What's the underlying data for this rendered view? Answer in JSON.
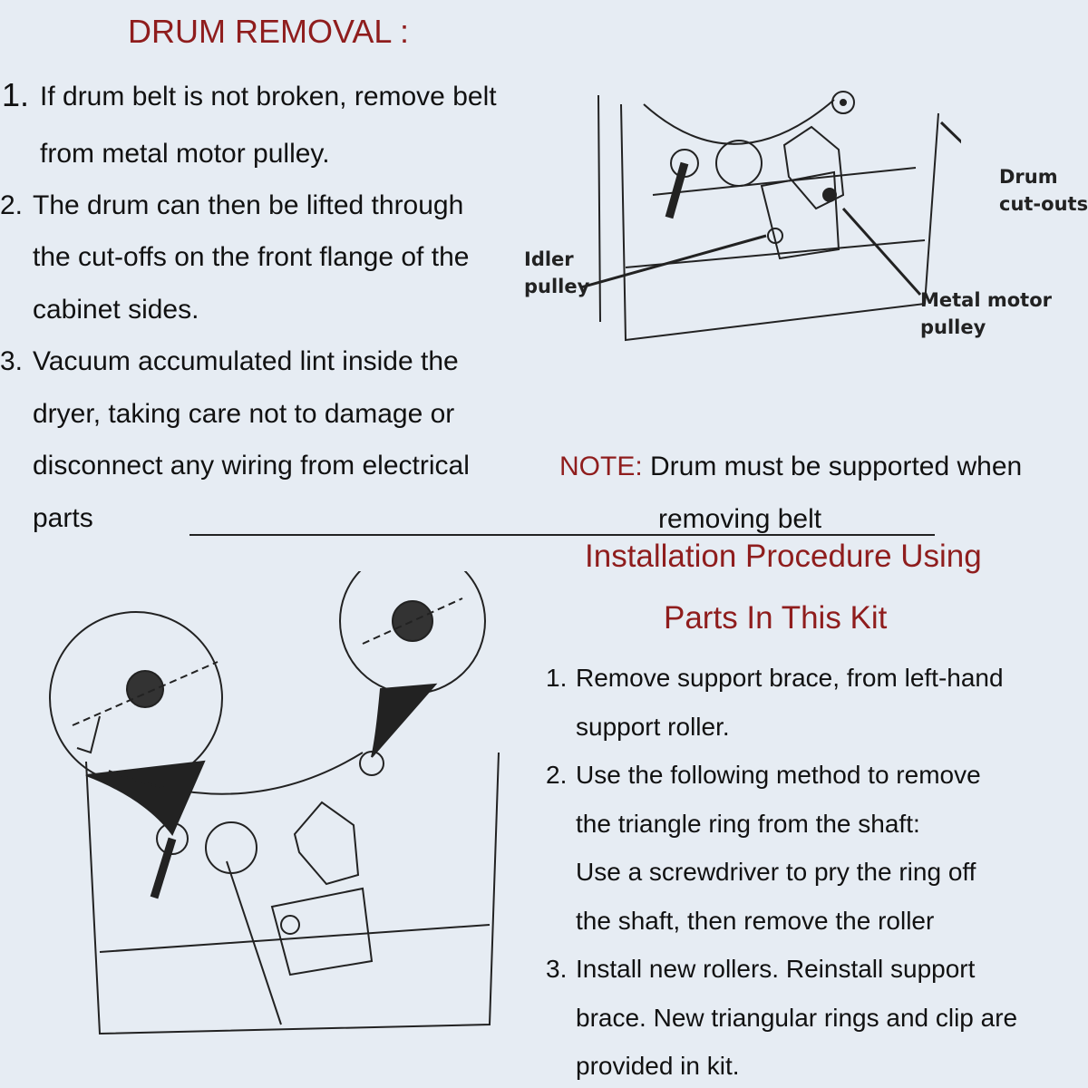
{
  "drum_removal": {
    "title": "DRUM REMOVAL :",
    "steps": [
      {
        "num": "1.",
        "lines": [
          "If drum belt is not broken, remove belt",
          "from metal motor pulley."
        ]
      },
      {
        "num": "2.",
        "lines": [
          "The drum can then be lifted through",
          "the cut-offs on the front flange of the",
          "cabinet sides."
        ]
      },
      {
        "num": "3.",
        "lines": [
          "Vacuum accumulated lint inside the",
          "dryer, taking care not to damage or",
          "disconnect any wiring from electrical",
          "parts"
        ]
      }
    ]
  },
  "diagram_labels": {
    "drum_cutouts": [
      "Drum",
      "cut-outs"
    ],
    "idler_pulley": [
      "Idler",
      "pulley"
    ],
    "metal_motor_pulley": [
      "Metal motor",
      "pulley"
    ]
  },
  "note": {
    "label": "NOTE:",
    "lines": [
      "Drum must be supported when",
      "removing belt"
    ]
  },
  "installation": {
    "title_lines": [
      "Installation Procedure Using",
      "Parts In This Kit"
    ],
    "steps": [
      {
        "num": "1.",
        "lines": [
          "Remove support brace, from left-hand",
          "support roller."
        ]
      },
      {
        "num": "2.",
        "lines": [
          "Use the following method to remove",
          "the triangle ring from the shaft:",
          "Use a screwdriver to pry the ring off",
          "the shaft, then remove the roller"
        ]
      },
      {
        "num": "3.",
        "lines": [
          "Install new rollers. Reinstall support",
          "brace. New triangular rings and clip are",
          "provided in kit."
        ]
      }
    ]
  },
  "colors": {
    "accent": "#8f1d1d",
    "background": "#e6ecf3"
  }
}
